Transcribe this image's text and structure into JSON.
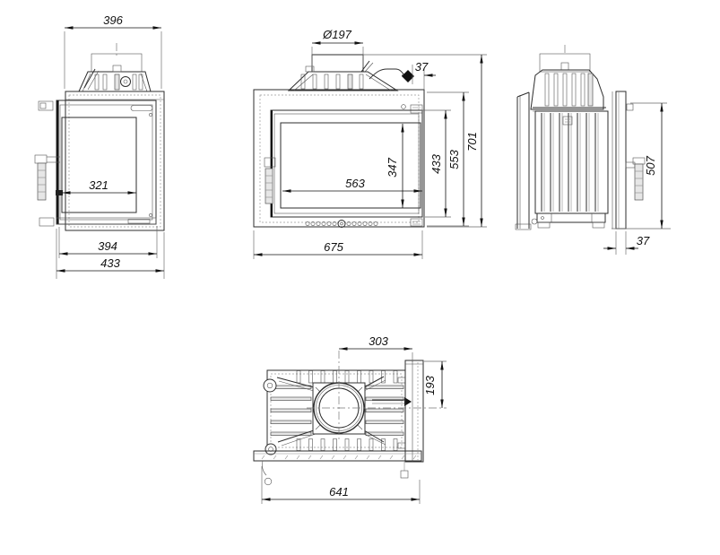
{
  "colors": {
    "background": "#ffffff",
    "line": "#2e2e2e",
    "dimension": "#111111"
  },
  "views": {
    "side_left": {
      "dims": {
        "top_depth": "396",
        "glass_depth": "321",
        "body_depth": "394",
        "total_depth": "433"
      }
    },
    "front": {
      "dims": {
        "flue_diameter": "Ø197",
        "damper_offset": "37",
        "glass_width": "563",
        "glass_height": "347",
        "door_height": "433",
        "body_height": "553",
        "total_height": "701",
        "total_width": "675"
      }
    },
    "side_right": {
      "dims": {
        "frame_height": "507",
        "frame_depth": "37"
      }
    },
    "top": {
      "dims": {
        "flue_center_offset": "303",
        "flue_center_depth": "193",
        "base_width": "641"
      }
    }
  }
}
